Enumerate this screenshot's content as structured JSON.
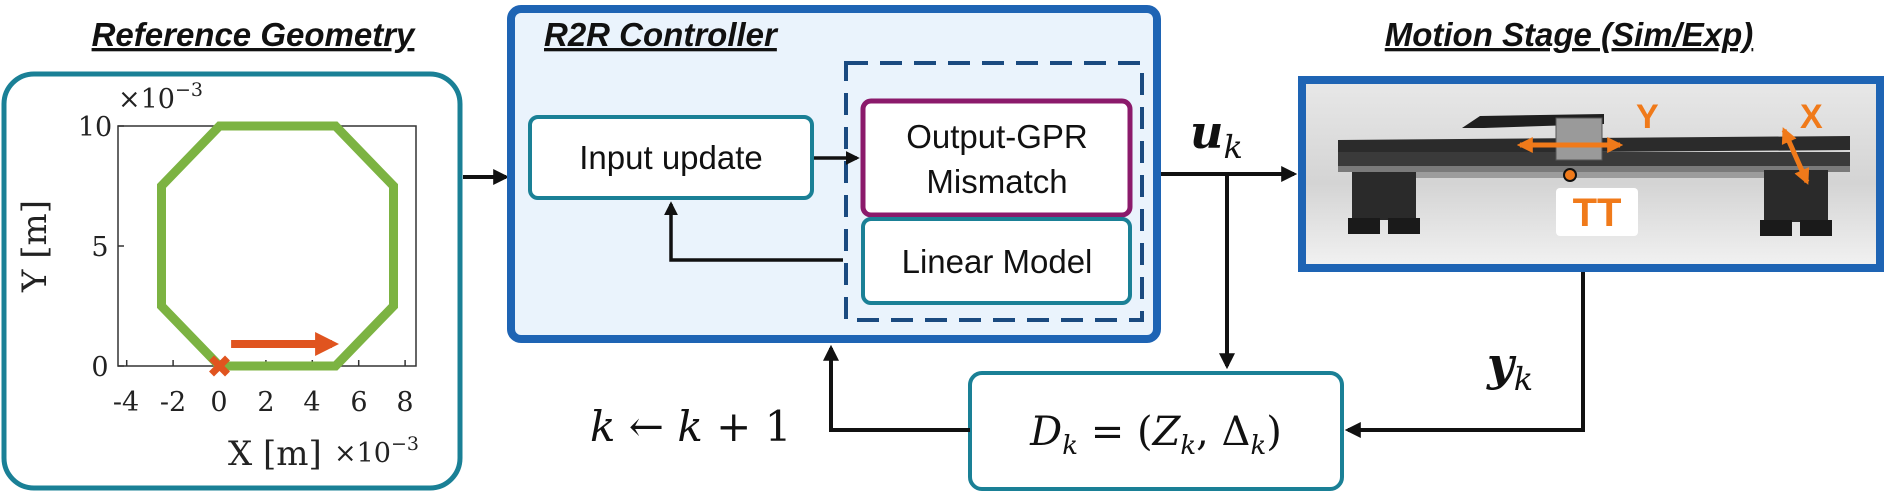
{
  "reference_geometry": {
    "title": "Reference Geometry",
    "plot": {
      "x_tick_labels": [
        "-4",
        "-2",
        "0",
        "2",
        "4",
        "6",
        "8"
      ],
      "y_tick_labels": [
        "0",
        "5",
        "10"
      ],
      "x_label": "X [m]",
      "y_label": "Y [m]",
      "x_multiplier": "×10",
      "y_multiplier": "×10",
      "multiplier_exponent": "−3",
      "path_color": "#7cb342",
      "marker_color": "#e0541f",
      "path_vertices": [
        [
          0,
          0
        ],
        [
          5,
          0
        ],
        [
          7.5,
          2.5
        ],
        [
          7.5,
          7.5
        ],
        [
          5,
          10
        ],
        [
          0,
          10
        ],
        [
          -2.5,
          7.5
        ],
        [
          -2.5,
          2.5
        ]
      ],
      "start_marker": [
        0,
        0
      ],
      "direction_arrow": {
        "from": [
          0.5,
          1
        ],
        "to": [
          4.5,
          1
        ]
      }
    }
  },
  "controller": {
    "title": "R2R Controller",
    "input_update_label": "Input update",
    "gpr_label_line1": "Output-GPR",
    "gpr_label_line2": "Mismatch",
    "linear_model_label": "Linear Model",
    "colors": {
      "frame": "#1e64b4",
      "fill": "#eaf3fc",
      "teal": "#1a8096",
      "purple": "#8b1a6b",
      "dashed": "#1a4a80"
    }
  },
  "motion_stage": {
    "title": "Motion Stage (Sim/Exp)",
    "axis_y_label": "Y",
    "axis_x_label": "X",
    "tt_label": "TT",
    "label_color": "#f07a1a"
  },
  "signals": {
    "u_base": "u",
    "y_base": "y",
    "sub": "k"
  },
  "dataset_box": {
    "D": "D",
    "k": "k",
    "eq": " = (",
    "Z": "Z",
    "comma": ", Δ",
    "close": ")"
  },
  "iteration": {
    "k1": "k",
    "arrow": " ← ",
    "k2": "k",
    "plus_one": " + 1"
  }
}
